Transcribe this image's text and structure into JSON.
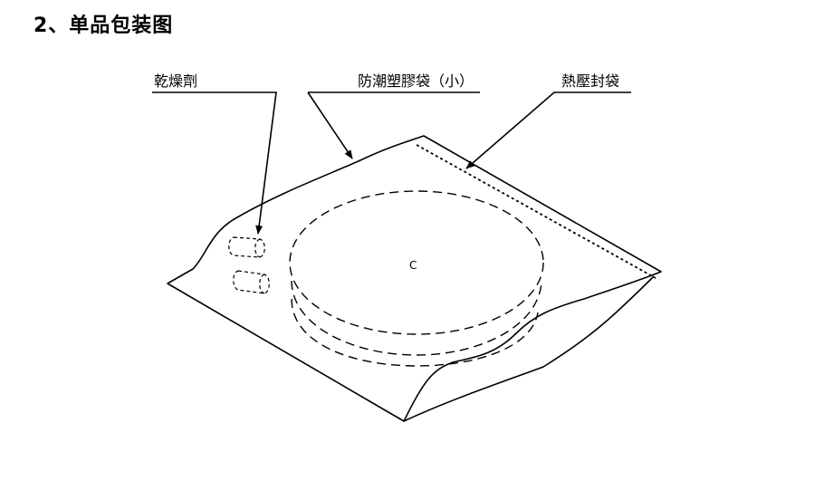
{
  "heading": "2、单品包装图",
  "labels": {
    "desiccant": "乾燥劑",
    "moisture_bag": "防潮塑膠袋（小）",
    "heat_seal_bag": "熱壓封袋"
  },
  "center_mark": "C",
  "colors": {
    "line": "#000000",
    "background": "#ffffff"
  }
}
